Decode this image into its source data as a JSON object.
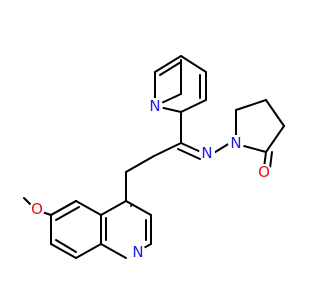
{
  "molecule": {
    "atom_labels": {
      "pyridine_n": "N",
      "imine_n": "N",
      "pyrrolidinone_n": "N",
      "carbonyl_o": "O",
      "quinoline_n": "N",
      "methoxy_o": "O"
    },
    "colors": {
      "bond": "#000000",
      "nitrogen": "#1f1fdf",
      "oxygen": "#ee1111",
      "background": "#ffffff"
    }
  }
}
